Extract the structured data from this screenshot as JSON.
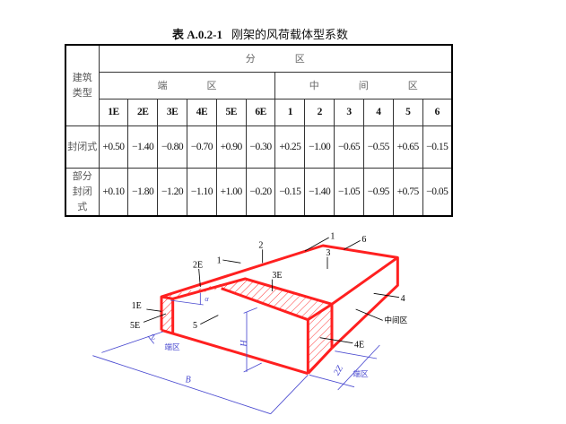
{
  "title": {
    "number": "表 A.0.2-1",
    "text": "刚架的风荷载体型系数"
  },
  "table": {
    "row_header": "建筑类型",
    "group_header": [
      "分",
      "区"
    ],
    "end_zone": [
      "端",
      "区"
    ],
    "middle_zone": [
      "中",
      "间",
      "区"
    ],
    "columns": [
      "1E",
      "2E",
      "3E",
      "4E",
      "5E",
      "6E",
      "1",
      "2",
      "3",
      "4",
      "5",
      "6"
    ],
    "rows": [
      {
        "type": "封闭式",
        "values": [
          "+0.50",
          "−1.40",
          "−0.80",
          "−0.70",
          "+0.90",
          "−0.30",
          "+0.25",
          "−1.00",
          "−0.65",
          "−0.55",
          "+0.65",
          "−0.15"
        ]
      },
      {
        "type": "部分封闭式",
        "values": [
          "+0.10",
          "−1.80",
          "−1.20",
          "−1.10",
          "+1.00",
          "−0.20",
          "−0.15",
          "−1.40",
          "−1.05",
          "−0.95",
          "+0.75",
          "−0.05"
        ]
      }
    ]
  },
  "diagram": {
    "labels": {
      "l1": "1",
      "l2": "2",
      "l1b": "1",
      "l6": "6",
      "l3": "3",
      "l2E": "2E",
      "l3E": "3E",
      "l4": "4",
      "l1E": "1E",
      "l5E": "5E",
      "l5": "5",
      "mid": "中间区",
      "l4E": "4E"
    },
    "dims": {
      "alpha": "α",
      "H": "H",
      "B": "B",
      "Z": "Z",
      "twoZ": "2Z",
      "end1": "端区",
      "end2": "端区"
    },
    "colors": {
      "frame": "#ff2020",
      "dimension": "#4a4ad0"
    }
  }
}
